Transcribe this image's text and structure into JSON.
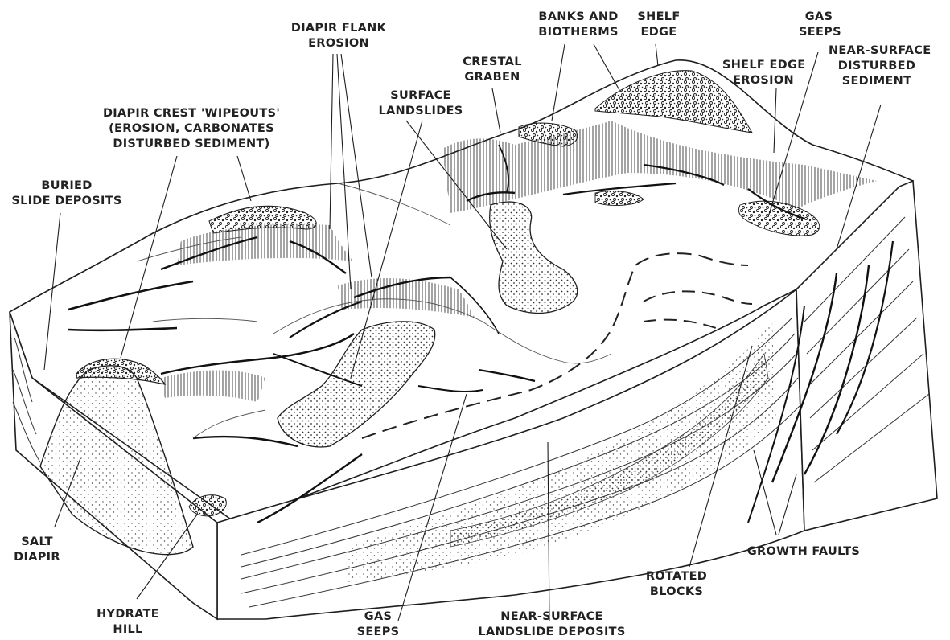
{
  "labels": {
    "diapir_flank_erosion": [
      "DIAPIR FLANK",
      "EROSION"
    ],
    "banks_biotherms": [
      "BANKS AND",
      "BIOTHERMS"
    ],
    "shelf_edge": [
      "SHELF",
      "EDGE"
    ],
    "gas_seeps_top": [
      "GAS",
      "SEEPS"
    ],
    "crestal_graben": [
      "CRESTAL",
      "GRABEN"
    ],
    "shelf_edge_erosion": [
      "SHELF EDGE",
      "EROSION"
    ],
    "near_surface_disturbed": [
      "NEAR-SURFACE",
      "DISTURBED",
      "SEDIMENT"
    ],
    "surface_landslides": [
      "SURFACE",
      "LANDSLIDES"
    ],
    "diapir_crest_wipeouts": [
      "DIAPIR CREST 'WIPEOUTS'",
      "(EROSION, CARBONATES",
      "DISTURBED SEDIMENT)"
    ],
    "buried_slide_deposits": [
      "BURIED",
      "SLIDE DEPOSITS"
    ],
    "salt_diapir": [
      "SALT",
      "DIAPIR"
    ],
    "hydrate_hill": [
      "HYDRATE",
      "HILL"
    ],
    "gas_seeps_bottom": [
      "GAS",
      "SEEPS"
    ],
    "near_surface_landslide": [
      "NEAR-SURFACE",
      "LANDSLIDE DEPOSITS"
    ],
    "rotated_blocks": [
      "ROTATED",
      "BLOCKS"
    ],
    "growth_faults": [
      "GROWTH FAULTS"
    ]
  },
  "colors": {
    "ink": "#1e1e1e",
    "paper": "#ffffff",
    "shade": "#e9e9e9"
  }
}
